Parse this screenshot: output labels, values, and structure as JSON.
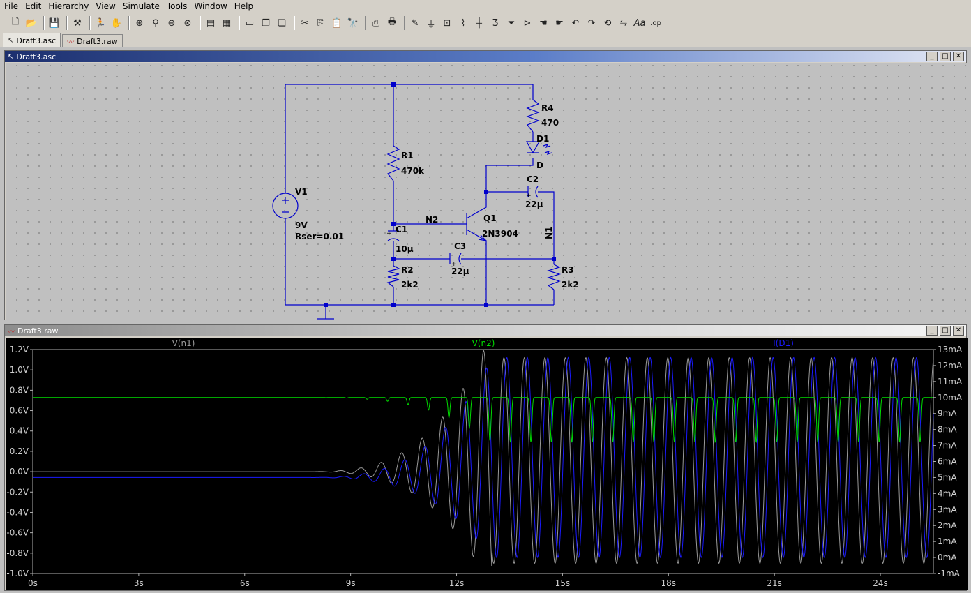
{
  "menu": [
    "File",
    "Edit",
    "Hierarchy",
    "View",
    "Simulate",
    "Tools",
    "Window",
    "Help"
  ],
  "tabs": [
    {
      "label": "Draft3.asc"
    },
    {
      "label": "Draft3.raw"
    }
  ],
  "schematic": {
    "title": "Draft3.asc",
    "components": {
      "v1": {
        "name": "V1",
        "value": "9V",
        "param": "Rser=0.01"
      },
      "r1": {
        "name": "R1",
        "value": "470k"
      },
      "r2": {
        "name": "R2",
        "value": "2k2"
      },
      "r3": {
        "name": "R3",
        "value": "2k2"
      },
      "r4": {
        "name": "R4",
        "value": "470"
      },
      "d1": {
        "name": "D1",
        "value": "D"
      },
      "c1": {
        "name": "C1",
        "value": "10µ"
      },
      "c2": {
        "name": "C2",
        "value": "22µ"
      },
      "c3": {
        "name": "C3",
        "value": "22µ"
      },
      "q1": {
        "name": "Q1",
        "value": "2N3904"
      }
    },
    "nets": {
      "n1": "N1",
      "n2": "N2"
    },
    "wire_color": "#0000cc"
  },
  "waveform": {
    "title": "Draft3.raw",
    "traces": [
      {
        "name": "V(n1)",
        "color": "#999999"
      },
      {
        "name": "V(n2)",
        "color": "#00dd00"
      },
      {
        "name": "I(D1)",
        "color": "#1a1aff"
      }
    ]
  },
  "chart_data": {
    "type": "line",
    "title": "",
    "xlabel": "",
    "ylabel": "",
    "xlim": [
      0,
      25.5
    ],
    "ylim_left": [
      -1.0,
      1.2
    ],
    "ylim_right": [
      -1,
      13
    ],
    "x_ticks": [
      "0s",
      "3s",
      "6s",
      "9s",
      "12s",
      "15s",
      "18s",
      "21s",
      "24s"
    ],
    "y_ticks_left": [
      "1.2V",
      "1.0V",
      "0.8V",
      "0.6V",
      "0.4V",
      "0.2V",
      "0.0V",
      "-0.2V",
      "-0.4V",
      "-0.6V",
      "-0.8V",
      "-1.0V"
    ],
    "y_ticks_right": [
      "13mA",
      "12mA",
      "11mA",
      "10mA",
      "9mA",
      "8mA",
      "7mA",
      "6mA",
      "5mA",
      "4mA",
      "3mA",
      "2mA",
      "1mA",
      "0mA",
      "-1mA"
    ],
    "oscillation": {
      "period_s": 0.58,
      "onset_s": 7.5,
      "steady_s": 13.0
    },
    "series": [
      {
        "name": "V(n1)",
        "axis": "left",
        "color": "#999999",
        "baseline": 0.0,
        "steady_min": -0.9,
        "steady_max": 1.12
      },
      {
        "name": "V(n2)",
        "axis": "right",
        "color": "#00dd00",
        "baseline": 10.0,
        "steady_min": 7.2,
        "steady_max": 10.0
      },
      {
        "name": "I(D1)",
        "axis": "right",
        "color": "#1a1aff",
        "baseline": 5.0,
        "steady_min": 0.0,
        "steady_max": 12.5
      }
    ]
  }
}
